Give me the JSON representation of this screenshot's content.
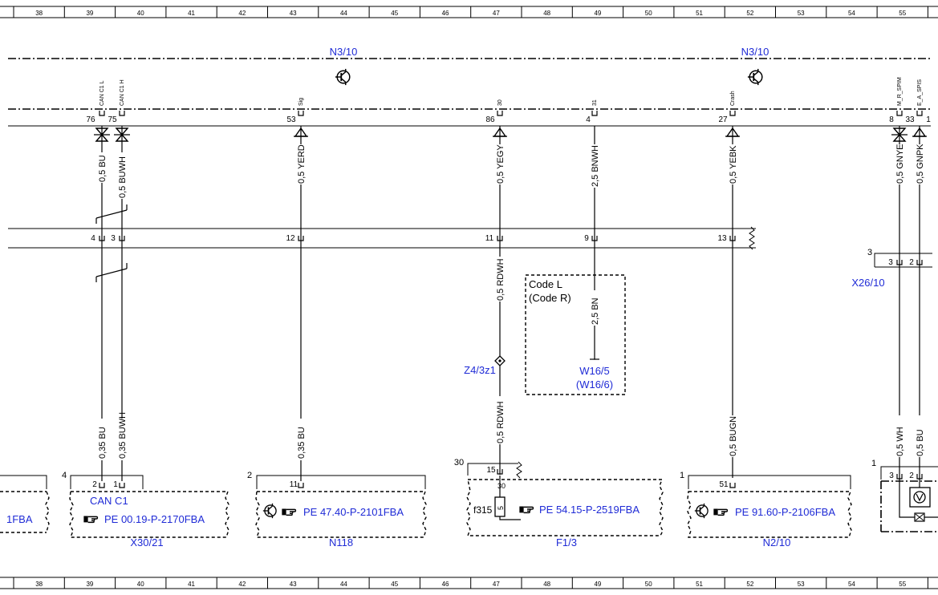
{
  "grid_columns": [
    "38",
    "39",
    "40",
    "41",
    "42",
    "43",
    "44",
    "45",
    "46",
    "47",
    "48",
    "49",
    "50",
    "51",
    "52",
    "53",
    "54",
    "55"
  ],
  "units": [
    {
      "label": "N3/10"
    },
    {
      "label": "N3/10"
    }
  ],
  "wires": [
    {
      "pin_top": "76",
      "signal": "CAN C1 L",
      "color_top": "0,5 BU",
      "pin_mid": "4",
      "color_bottom": "0,35 BU",
      "pin_bottom": "2"
    },
    {
      "pin_top": "75",
      "signal": "CAN C1 H",
      "color_top": "0,5 BUWH",
      "pin_mid": "3",
      "color_bottom": "0,35 BUWH",
      "pin_bottom": "1"
    },
    {
      "pin_top": "53",
      "signal": "Sig",
      "color_top": "0,5 YERD",
      "pin_mid": "12",
      "color_bottom": "0,35 BU",
      "pin_bottom": "11"
    },
    {
      "pin_top": "86",
      "signal": "30",
      "color_top": "0,5 YEGY",
      "pin_mid": "11",
      "color_mid": "0,5 RDWH",
      "color_bottom": "0,5 RDWH",
      "pin_bottom": "15",
      "pin_fuse": "30"
    },
    {
      "pin_top": "4",
      "signal": "31",
      "color_top": "2,5 BNWH",
      "pin_mid": "9",
      "color_mid": "2,5 BN"
    },
    {
      "pin_top": "27",
      "signal": "Crash",
      "color_top": "0,5 YEBK",
      "pin_mid": "13",
      "color_bottom": "0,5 BUGN",
      "pin_bottom": "51"
    },
    {
      "pin_top": "8",
      "signal": "M_R_SPIM",
      "color_top": "0,5 GNYE",
      "pin_mid": "3",
      "color_bottom": "0,5 WH",
      "pin_bottom": "3"
    },
    {
      "pin_top": "33",
      "signal": "E_A_SPIS",
      "color_top": "0,5 GNPK",
      "pin_mid": "2",
      "color_bottom": "0,5 BU",
      "pin_bottom": "2"
    }
  ],
  "right_cut_pin": "1",
  "connector_x26": {
    "label": "X26/10",
    "count": "3"
  },
  "splice": {
    "label": "Z4/3z1"
  },
  "code_box": {
    "line1": "Code L",
    "line2": "(Code R)",
    "ground1": "W16/5",
    "ground2": "(W16/6)"
  },
  "components": [
    {
      "id": "left_cut",
      "ref": "1FBA"
    },
    {
      "id": "x30",
      "count": "4",
      "title": "CAN C1",
      "ref": "PE 00.19-P-2170FBA",
      "label": "X30/21"
    },
    {
      "id": "n118",
      "count": "2",
      "ref": "PE 47.40-P-2101FBA",
      "label": "N118"
    },
    {
      "id": "f13",
      "count": "30",
      "fuse": "f315",
      "fuse_value": "5",
      "ref": "PE 54.15-P-2519FBA",
      "label": "F1/3"
    },
    {
      "id": "n210",
      "count": "1",
      "ref": "PE 91.60-P-2106FBA",
      "label": "N2/10"
    },
    {
      "id": "right_cut",
      "count": "1"
    }
  ],
  "icons": {
    "transistor": "transistor-icon",
    "ref_hand": "pointing-hand-icon"
  },
  "colors": {
    "wire": "#000000",
    "label_blue": "#1f2bd6"
  }
}
